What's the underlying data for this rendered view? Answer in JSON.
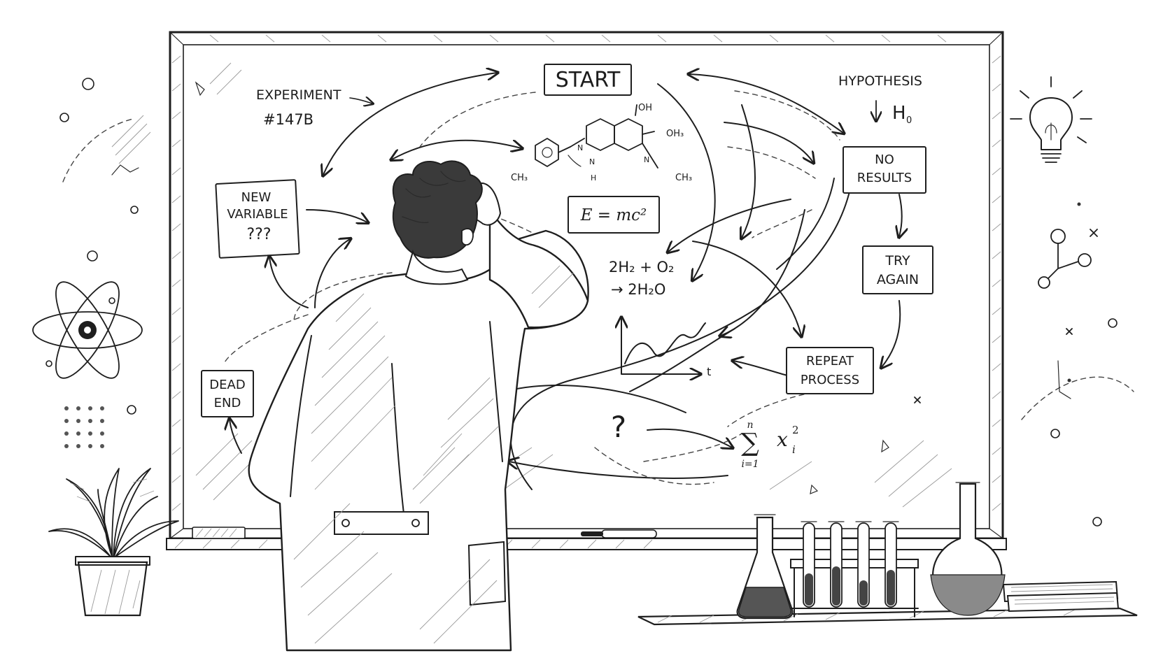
{
  "board": {
    "start": "START",
    "experiment_line1": "EXPERIMENT",
    "experiment_line2": "#147B",
    "hypothesis": "HYPOTHESIS",
    "h_zero": "H",
    "h_zero_sub": "0",
    "new_variable_line1": "NEW",
    "new_variable_line2": "VARIABLE",
    "new_variable_line3": "???",
    "no_results_line1": "NO",
    "no_results_line2": "RESULTS",
    "try_again_line1": "TRY",
    "try_again_line2": "AGAIN",
    "repeat_process_line1": "REPEAT",
    "repeat_process_line2": "PROCESS",
    "dead_end_line1": "DEAD",
    "dead_end_line2": "END",
    "question_mark": "?",
    "energy_equation": "E = mc²",
    "reaction_line1": "2H₂ + O₂",
    "reaction_line2": "→ 2H₂O",
    "sum_upper": "n",
    "sum_symbol": "∑",
    "sum_lower": "i=1",
    "sum_term": "x",
    "sum_term_sup": "2",
    "sum_term_sub": "i",
    "graph_axis_t": "t",
    "molecule_oh": "OH",
    "molecule_oh3": "OH₃",
    "molecule_ch3_left": "CH₃",
    "molecule_ch3_right": "CH₃",
    "molecule_n1": "N",
    "molecule_n2": "N",
    "molecule_n3": "N",
    "molecule_h": "H"
  },
  "colors": {
    "ink": "#1e1e1e",
    "paper": "#ffffff",
    "shade": "#9a9a9a"
  }
}
